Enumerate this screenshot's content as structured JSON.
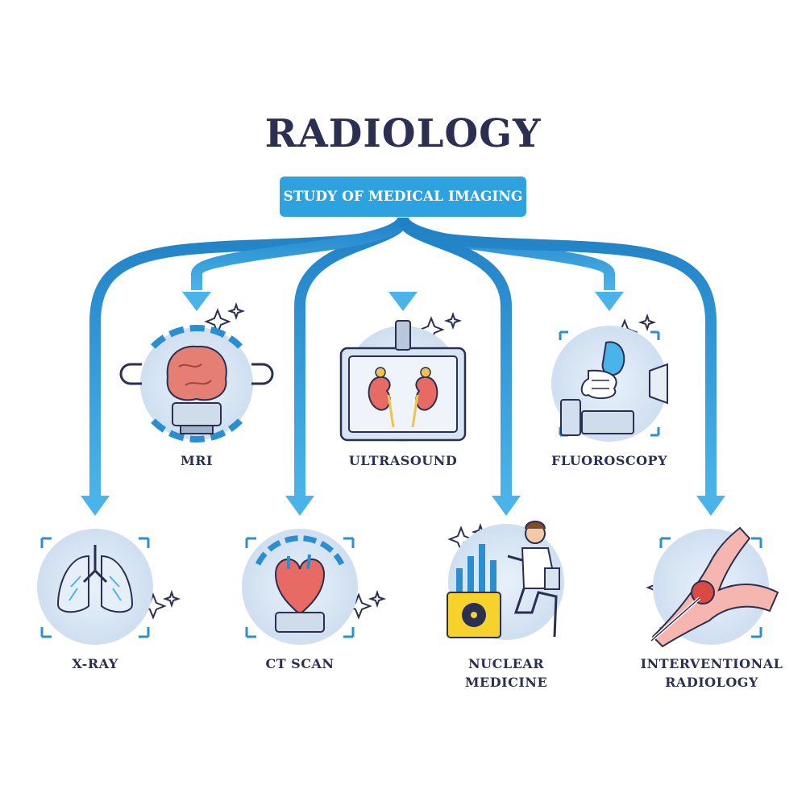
{
  "title": "RADIOLOGY",
  "subtitle": "STUDY OF MEDICAL IMAGING",
  "modalities": {
    "mri": {
      "label": "MRI",
      "icon": "brain-scanner-icon"
    },
    "ultrasound": {
      "label": "ULTRASOUND",
      "icon": "kidney-ultrasound-icon"
    },
    "fluoroscopy": {
      "label": "FLUOROSCOPY",
      "icon": "stomach-fluoroscopy-icon"
    },
    "xray": {
      "label": "X-RAY",
      "icon": "lungs-xray-icon"
    },
    "ct_scan": {
      "label": "CT SCAN",
      "icon": "heart-ct-icon"
    },
    "nuclear_medicine": {
      "line1": "NUCLEAR",
      "line2": "MEDICINE",
      "icon": "radioactive-doctor-icon"
    },
    "interventional_radiology": {
      "line1": "INTERVENTIONAL",
      "line2": "RADIOLOGY",
      "icon": "catheter-vessel-icon"
    }
  },
  "colors": {
    "arrow": "#2a8fd2",
    "title": "#2b2f52",
    "badge": "#2ea1df",
    "circle": "#dce8f5",
    "organ": "#e86a64"
  }
}
